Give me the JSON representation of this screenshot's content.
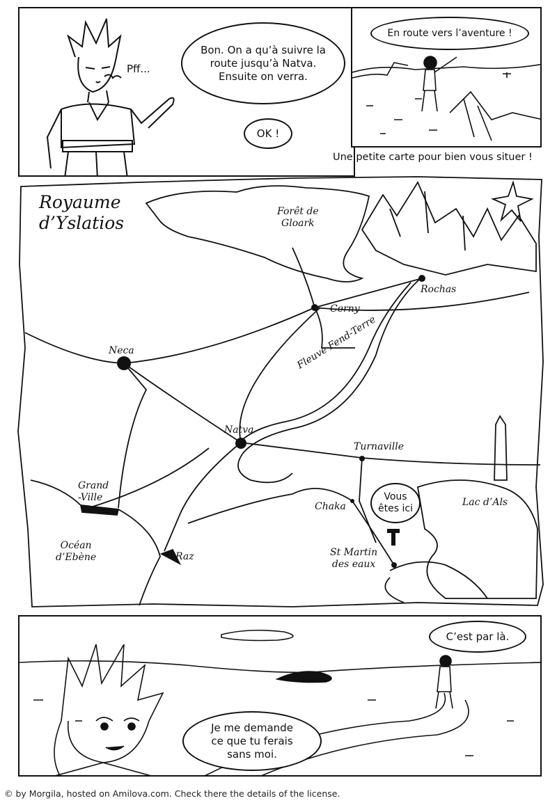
{
  "panel1": {
    "sigh": "Pff...",
    "bubble_plan": "Bon. On a qu’à suivre la\nroute jusqu’à Natva.\nEnsuite on verra.",
    "bubble_ok": "OK !"
  },
  "panel2": {
    "bubble": "En route vers l’aventure !"
  },
  "caption": "Une petite carte pour bien vous situer !",
  "map": {
    "title": "Royaume\nd’Yslatios",
    "labels": {
      "forest": "Forêt de\nGloark",
      "rochas": "Rochas",
      "cerny": "Cerny",
      "neca": "Neca",
      "river": "Fleuve Fend-Terre",
      "natva": "Natva",
      "turnaville": "Turnaville",
      "grand_ville": "Grand\n-Ville",
      "chaka": "Chaka",
      "lac": "Lac d’Als",
      "ocean": "Océan\nd’Ebène",
      "raz": "Raz",
      "st_martin": "St Martin\ndes eaux"
    },
    "you_are_here": "Vous\nêtes ici"
  },
  "panel4": {
    "bubble_way": "C’est par là.",
    "bubble_reply": "Je me demande\nce que tu ferais\nsans moi."
  },
  "footer": "© by Morgila, hosted on Amilova.com. Check there the details of the license."
}
